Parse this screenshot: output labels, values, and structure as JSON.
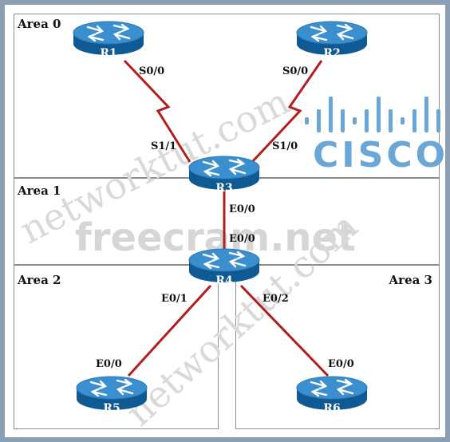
{
  "areas": [
    {
      "id": "area-0",
      "label": "Area 0"
    },
    {
      "id": "area-1",
      "label": "Area 1"
    },
    {
      "id": "area-2",
      "label": "Area 2"
    },
    {
      "id": "area-3",
      "label": "Area 3"
    }
  ],
  "routers": {
    "r1": "R1",
    "r2": "R2",
    "r3": "R3",
    "r4": "R4",
    "r5": "R5",
    "r6": "R6"
  },
  "interfaces": {
    "r1_s00": "S0/0",
    "r2_s00": "S0/0",
    "r3_s11": "S1/1",
    "r3_s10": "S1/0",
    "r3_e00": "E0/0",
    "r4_e00": "E0/0",
    "r4_e01": "E0/1",
    "r4_e02": "E0/2",
    "r5_e00": "E0/0",
    "r6_e00": "E0/0"
  },
  "logo": {
    "text": "CISCO",
    "color": "#6aa7d6"
  },
  "watermarks": {
    "networktut_1": "networktut.com",
    "freecram": "freecram.net",
    "networktut_2": "networktut.com"
  },
  "colors": {
    "link": "#b01e1e",
    "router_top": "#3c8fcf",
    "router_side": "#0f5a92"
  }
}
